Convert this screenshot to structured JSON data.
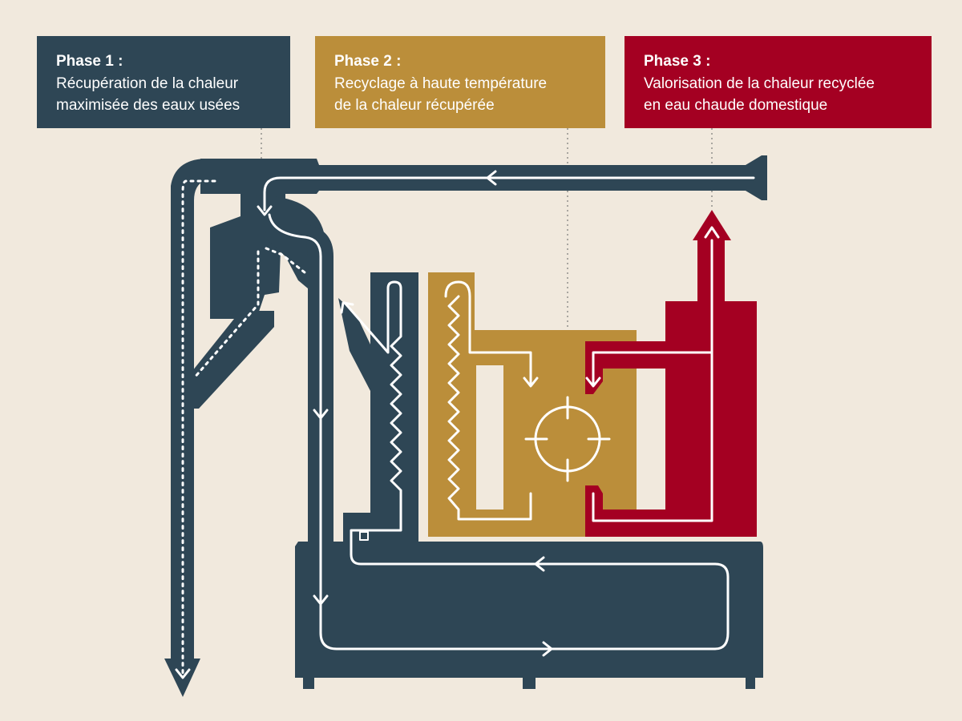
{
  "phases": [
    {
      "title": "Phase 1 :",
      "line1": "Récupération de la chaleur",
      "line2": "maximisée des eaux usées",
      "color": "#2e4655"
    },
    {
      "title": "Phase 2 :",
      "line1": "Recyclage à haute température",
      "line2": "de la chaleur récupérée",
      "color": "#bb8e3a"
    },
    {
      "title": "Phase 3 :",
      "line1": "Valorisation de la chaleur recyclée",
      "line2": "en eau chaude domestique",
      "color": "#a40022"
    }
  ],
  "colors": {
    "background": "#f1e9dd",
    "flow_line": "#ffffff",
    "leader_line": "#a9a6a0"
  }
}
